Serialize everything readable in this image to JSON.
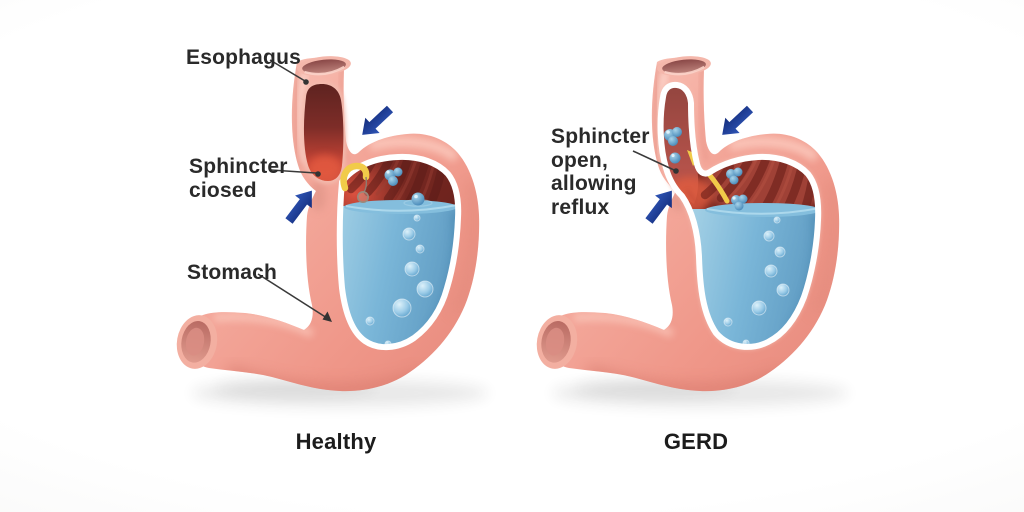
{
  "meta": {
    "title": "Healthy vs GERD stomach comparison diagram"
  },
  "colors": {
    "background": "#ffffff",
    "stomach_pink": "#f0a294",
    "interior_red": "#7c2b24",
    "esophagus_channel_red": "#b4524a",
    "fluid_blue": "#74b4d6",
    "bubble_blue": "#7cc0e4",
    "pressure_arrow_navy": "#1e3a9a",
    "reflux_arrow_yellow": "#f1cb49",
    "label_color": "#2a2a2a"
  },
  "panels": [
    {
      "id": "healthy",
      "caption": "Healthy",
      "labels": [
        {
          "id": "esophagus",
          "text": "Esophagus"
        },
        {
          "id": "sphincter_closed",
          "text": "Sphincter\nciosed"
        },
        {
          "id": "stomach",
          "text": "Stomach"
        }
      ]
    },
    {
      "id": "gerd",
      "caption": "GERD",
      "labels": [
        {
          "id": "sphincter_open",
          "text": "Sphincter\nopen,\nallowing\nreflux"
        }
      ]
    }
  ]
}
